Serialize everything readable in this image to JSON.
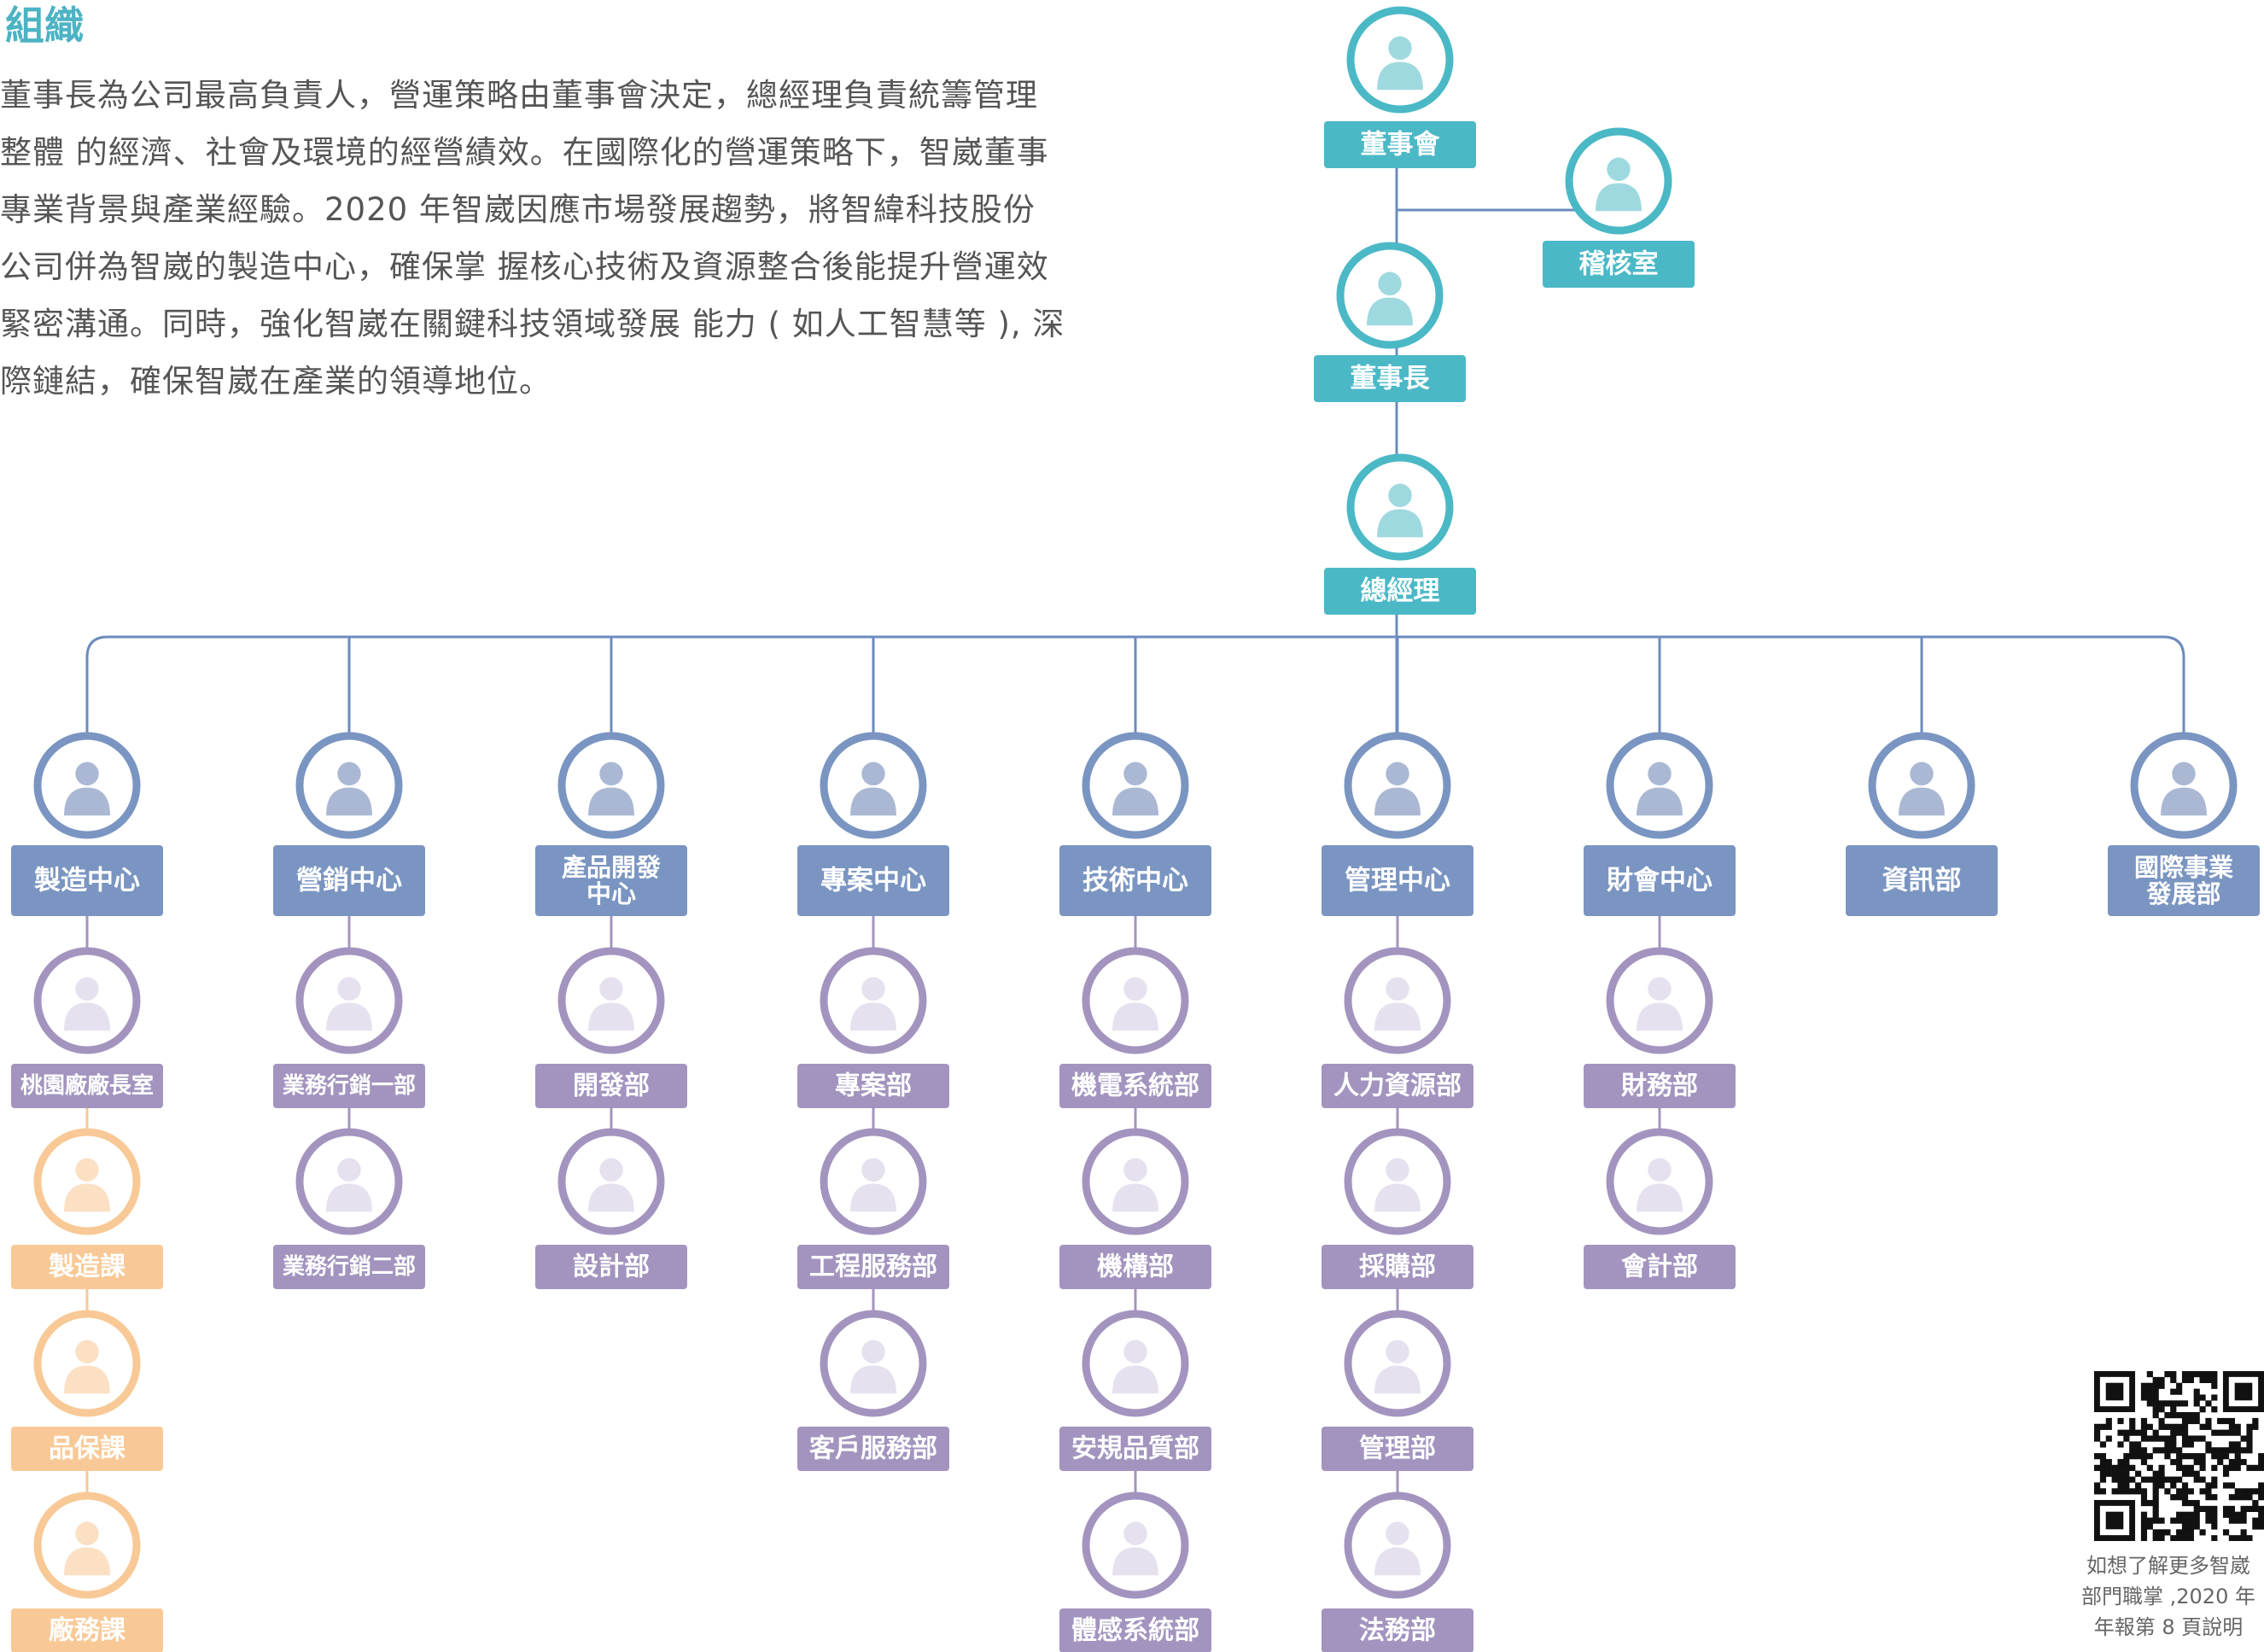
{
  "section_title": "組織",
  "intro_lines": [
    "董事長為公司最高負責人，營運策略由董事會決定，總經理負責統籌管理",
    "整體 的經濟、社會及環境的經營績效。在國際化的營運策略下，智崴董事",
    "專業背景與產業經驗。2020 年智崴因應市場發展趨勢，將智緯科技股份",
    "公司併為智崴的製造中心，確保掌 握核心技術及資源整合後能提升營運效",
    "緊密溝通。同時，強化智崴在關鍵科技領域發展 能力 ( 如人工智慧等 ), 深",
    "際鏈結，確保智崴在產業的領導地位。"
  ],
  "colors": {
    "teal": "#4bb8c6",
    "teal_icon": "#9fd9e0",
    "blue": "#7a95c1",
    "blue_icon": "#aab8d4",
    "purple": "#a394bf",
    "purple_icon": "#e6e1ee",
    "orange": "#f8c996",
    "orange_icon": "#fbe0c4",
    "line": "#6c8bbf"
  },
  "top": {
    "board": "董事會",
    "audit": "稽核室",
    "chairman": "董事長",
    "gm": "總經理"
  },
  "departments": [
    {
      "name": "製造中心",
      "children": [
        {
          "name": "桃園廠廠長室",
          "tone": "purple"
        },
        {
          "name": "製造課",
          "tone": "orange"
        },
        {
          "name": "品保課",
          "tone": "orange"
        },
        {
          "name": "廠務課",
          "tone": "orange"
        }
      ]
    },
    {
      "name": "營銷中心",
      "children": [
        {
          "name": "業務行銷一部",
          "tone": "purple"
        },
        {
          "name": "業務行銷二部",
          "tone": "purple"
        }
      ]
    },
    {
      "name": "產品開發\n中心",
      "children": [
        {
          "name": "開發部",
          "tone": "purple"
        },
        {
          "name": "設計部",
          "tone": "purple"
        }
      ]
    },
    {
      "name": "專案中心",
      "children": [
        {
          "name": "專案部",
          "tone": "purple"
        },
        {
          "name": "工程服務部",
          "tone": "purple"
        },
        {
          "name": "客戶服務部",
          "tone": "purple"
        }
      ]
    },
    {
      "name": "技術中心",
      "children": [
        {
          "name": "機電系統部",
          "tone": "purple"
        },
        {
          "name": "機構部",
          "tone": "purple"
        },
        {
          "name": "安規品質部",
          "tone": "purple"
        },
        {
          "name": "體感系統部",
          "tone": "purple"
        }
      ]
    },
    {
      "name": "管理中心",
      "children": [
        {
          "name": "人力資源部",
          "tone": "purple"
        },
        {
          "name": "採購部",
          "tone": "purple"
        },
        {
          "name": "管理部",
          "tone": "purple"
        },
        {
          "name": "法務部",
          "tone": "purple"
        }
      ]
    },
    {
      "name": "財會中心",
      "children": [
        {
          "name": "財務部",
          "tone": "purple"
        },
        {
          "name": "會計部",
          "tone": "purple"
        }
      ]
    },
    {
      "name": "資訊部",
      "children": []
    },
    {
      "name": "國際事業\n發展部",
      "children": []
    }
  ],
  "qr_caption": [
    "如想了解更多智崴",
    "部門職掌 ,2020 年",
    "年報第 8 頁說明"
  ]
}
